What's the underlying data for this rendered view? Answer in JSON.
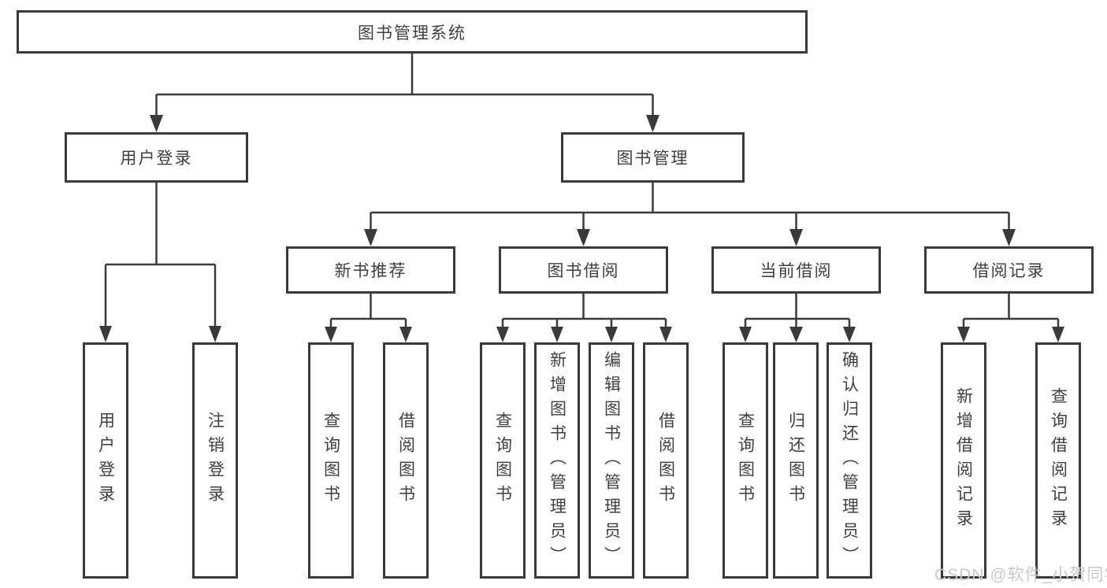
{
  "nodes": {
    "root": {
      "label": "图书管理系统"
    },
    "branches": [
      {
        "label": "用户登录",
        "children": [
          "用户登录",
          "注销登录"
        ]
      },
      {
        "label": "图书管理"
      }
    ],
    "sections": [
      {
        "label": "新书推荐",
        "children": [
          "查询图书",
          "借阅图书"
        ]
      },
      {
        "label": "图书借阅",
        "children": [
          "查询图书",
          "新增图书（管理员）",
          "编辑图书（管理员）",
          "借阅图书"
        ]
      },
      {
        "label": "当前借阅",
        "children": [
          "查询图书",
          "归还图书",
          "确认归还（管理员）"
        ]
      },
      {
        "label": "借阅记录",
        "children": [
          "新增借阅记录",
          "查询借阅记录"
        ]
      }
    ]
  },
  "watermark": {
    "text": "CSDN @软件_小贺同学"
  },
  "colors": {
    "line": "#3a3a3a",
    "border": "#3a3a3a",
    "text": "#3f3f3f",
    "watermark": "#c9c9c9",
    "background": "#ffffff"
  }
}
